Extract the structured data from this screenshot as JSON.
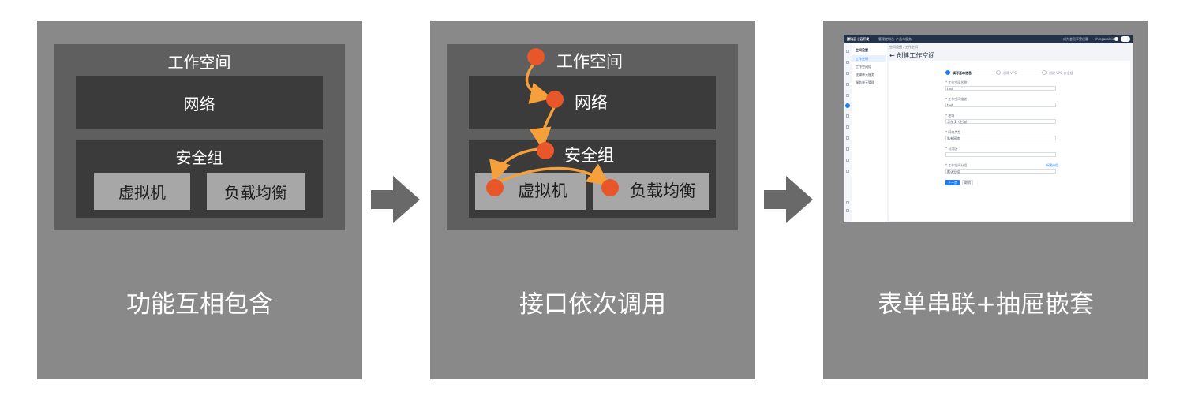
{
  "panels": [
    {
      "caption": "功能互相包含",
      "workspace": "工作空间",
      "network": "网络",
      "security_group": "安全组",
      "vm": "虚拟机",
      "load_balancer": "负载均衡"
    },
    {
      "caption": "接口依次调用",
      "workspace": "工作空间",
      "network": "网络",
      "security_group": "安全组",
      "vm": "虚拟机",
      "load_balancer": "负载均衡"
    },
    {
      "caption": "表单串联+抽屉嵌套",
      "ui": {
        "logo": "腾讯云 | 云开发",
        "nav": [
          "管理控制台",
          "产品与服务"
        ],
        "top_right": [
          "成为会员享受优惠",
          "shingazalnia"
        ],
        "sidebar_title": "空间设置",
        "sidebar_items": [
          "工作空间",
          "工作空间组",
          "逻辑单元服务",
          "服务单元管理"
        ],
        "breadcrumb": "空间设置 / 工作空间",
        "page_title": "← 创建工作空间",
        "steps": [
          "填写基本信息",
          "创建 VPC",
          "创建 VPC 安全组"
        ],
        "fields": [
          {
            "label": "* 工作空间名称",
            "value": "test"
          },
          {
            "label": "* 工作空间描述",
            "value": "test"
          },
          {
            "label": "* 地域",
            "value": "华东 2（上海）"
          },
          {
            "label": "* 网络类型",
            "value": "私有网络"
          },
          {
            "label": "* 可用区",
            "value": ""
          },
          {
            "label": "* 工作空间分组",
            "value": "默认分组",
            "link": "新建分组"
          }
        ],
        "next_button": "下一步",
        "cancel_button": "取消"
      }
    }
  ],
  "colors": {
    "panel": "#898989",
    "outer_box": "#5f5f5f",
    "dark_box": "#3b3b3b",
    "light_box": "#a7a7a7",
    "node": "#e8572a",
    "flow_arrow": "#f5a03a",
    "step_arrow": "#696969",
    "accent_blue": "#1f7cf6"
  },
  "icons": [
    "orange-node-dot",
    "flow-arrow",
    "right-arrow-icon"
  ]
}
